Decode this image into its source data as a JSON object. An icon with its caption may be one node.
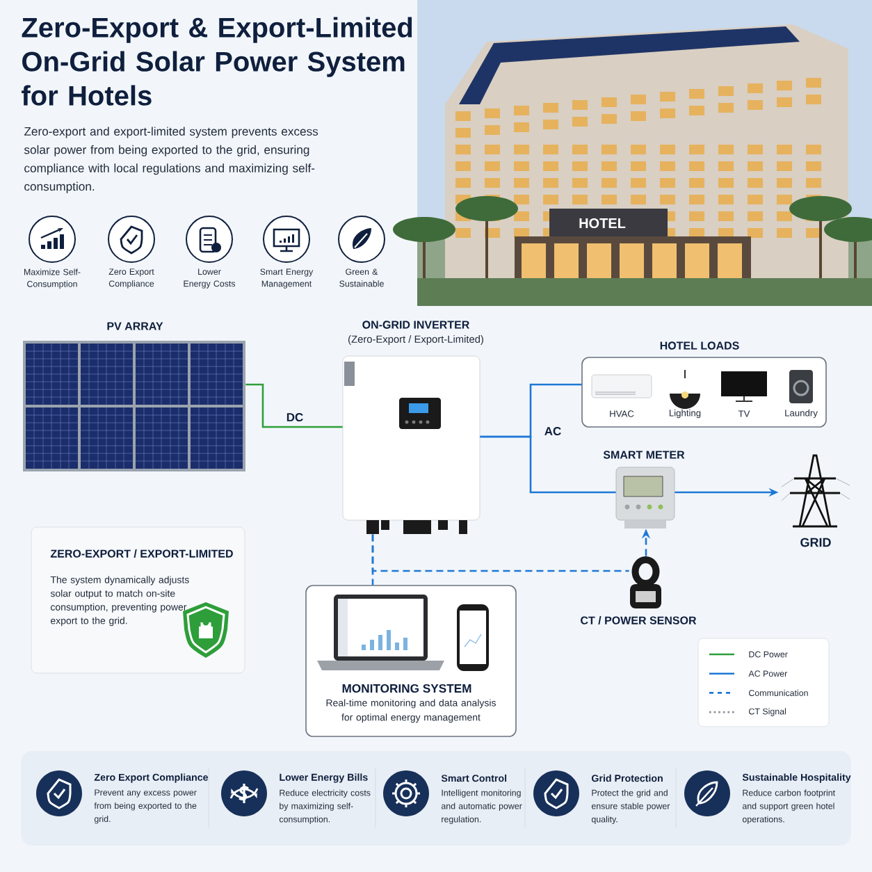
{
  "diagram": {
    "title": "Zero-Export & Export-Limited On-Grid Solar Power System for Hotels",
    "nodes": [
      {
        "text": [
          "Maximize Self-Consumption"
        ]
      },
      {
        "text": [
          "Zero Export Compliance"
        ]
      },
      {
        "text": [
          "Lower Energy Costs"
        ]
      },
      {
        "text": [
          "Smart Energy Management"
        ]
      },
      {
        "text": [
          "Green & Sustainable"
        ]
      },
      {
        "text": [
          "PV ARRAY"
        ]
      },
      {
        "text": [
          "ON-GRID INVERTER",
          "(Zero-Export / Export-Limited)"
        ]
      },
      {
        "text": [
          "HOTEL LOADS"
        ]
      },
      {
        "text": [
          "HVAC"
        ],
        "in": 7
      },
      {
        "text": [
          "Lighting"
        ],
        "in": 7
      },
      {
        "text": [
          "TV"
        ],
        "in": 7
      },
      {
        "text": [
          "Laundry"
        ],
        "in": 7
      },
      {
        "text": [
          "SMART METER"
        ]
      },
      {
        "text": [
          "GRID"
        ]
      },
      {
        "text": [
          "ZERO-EXPORT / EXPORT-LIMITED",
          "The system dynamically adjusts solar output to match on-site consumption, preventing power export to the grid."
        ]
      },
      {
        "text": [
          "CT / POWER SENSOR"
        ]
      },
      {
        "text": [
          "MONITORING SYSTEM",
          "Real-time monitoring and data analysis for optimal energy management"
        ]
      },
      {
        "text": [
          "Zero Export Compliance",
          "Prevent any excess power from being exported to the grid."
        ]
      },
      {
        "text": [
          "Lower Energy Bills",
          "Reduce electricity costs by maximizing self-consumption."
        ]
      },
      {
        "text": [
          "Smart Control",
          "Intelligent monitoring and automatic power regulation."
        ]
      },
      {
        "text": [
          "Grid Protection",
          "Protect the grid and ensure stable power quality."
        ]
      },
      {
        "text": [
          "Sustainable Hospitality",
          "Reduce carbon footprint and support green hotel operations."
        ]
      }
    ],
    "edges": [
      {
        "from": 5,
        "to": 6,
        "arrow": "none",
        "label": "DC",
        "color": "#2e9e3a"
      },
      {
        "from": 6,
        "to": 7,
        "arrow": "none",
        "label": "AC"
      },
      {
        "from": 6,
        "to": 12,
        "arrow": "none"
      },
      {
        "from": 12,
        "to": 13,
        "arrow": "to"
      },
      {
        "from": 15,
        "to": 12,
        "arrow": "to",
        "style": "dashed"
      },
      {
        "from": 6,
        "to": 16,
        "arrow": "none",
        "style": "dashed"
      },
      {
        "from": 6,
        "to": 15,
        "arrow": "none",
        "style": "dashed"
      }
    ],
    "labels": [
      "Zero-export and export-limited system prevents excess solar power from being exported to the grid, ensuring compliance with local regulations and maximizing self-consumption.",
      "HOTEL"
    ],
    "legend": [
      {
        "text": "DC Power"
      },
      {
        "text": "AC Power"
      },
      {
        "text": "Communication"
      },
      {
        "text": "CT Signal"
      }
    ]
  }
}
